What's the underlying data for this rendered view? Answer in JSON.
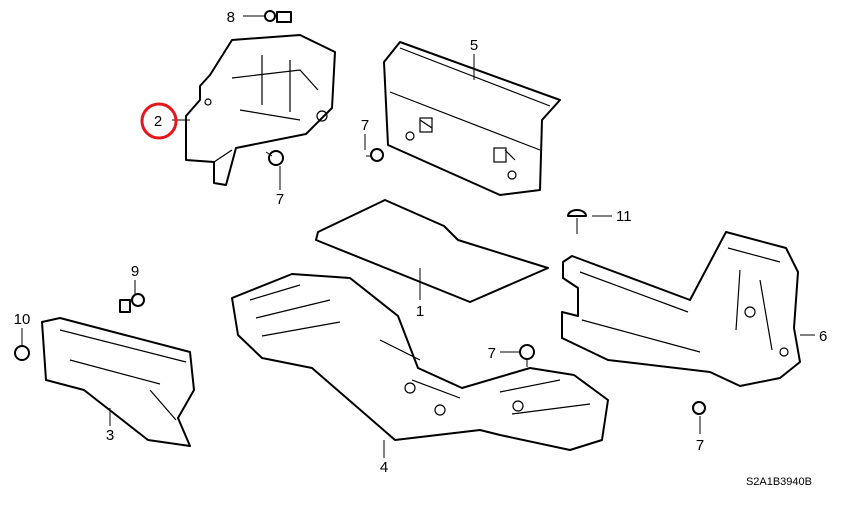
{
  "callouts": {
    "part1": "1",
    "part2": "2",
    "part3": "3",
    "part4": "4",
    "part5": "5",
    "part6": "6",
    "part7a": "7",
    "part7b": "7",
    "part7c": "7",
    "part7d": "7",
    "part8": "8",
    "part9": "9",
    "part10": "10",
    "part11": "11"
  },
  "diagram_code": "S2A1B3940B",
  "highlight_color": "#e8141b"
}
